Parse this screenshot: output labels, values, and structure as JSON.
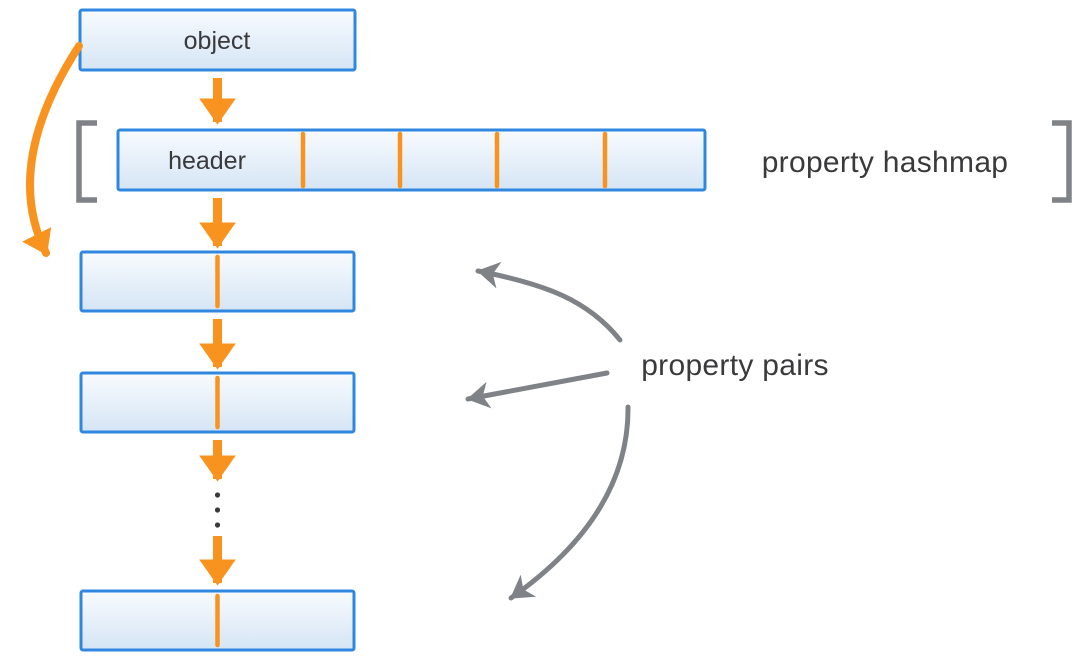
{
  "labels": {
    "object_box": "object",
    "header_box": "header",
    "property_hashmap": "property hashmap",
    "property_pairs": "property pairs"
  },
  "colors": {
    "accent_orange": "#F7931E",
    "box_border_blue": "#2F87DF",
    "box_fill_top": "#F8FBFE",
    "box_fill_bottom": "#D5E5F5",
    "arrow_gray": "#7F8387",
    "text_dark": "#3A3A3C",
    "background": "#FFFFFF"
  },
  "structure": {
    "header_slot_divider_count": 4,
    "property_pair_box_count": 3,
    "ellipsis_dot_count": 3,
    "down_arrow_count": 5
  },
  "icons": {
    "down_arrow": "orange-down-arrow-icon",
    "curved_object_arrow": "orange-curved-arrow-icon",
    "pairs_pointer_arrow": "gray-curved-arrow-icon",
    "hashmap_brackets": "square-bracket-glyphs"
  }
}
